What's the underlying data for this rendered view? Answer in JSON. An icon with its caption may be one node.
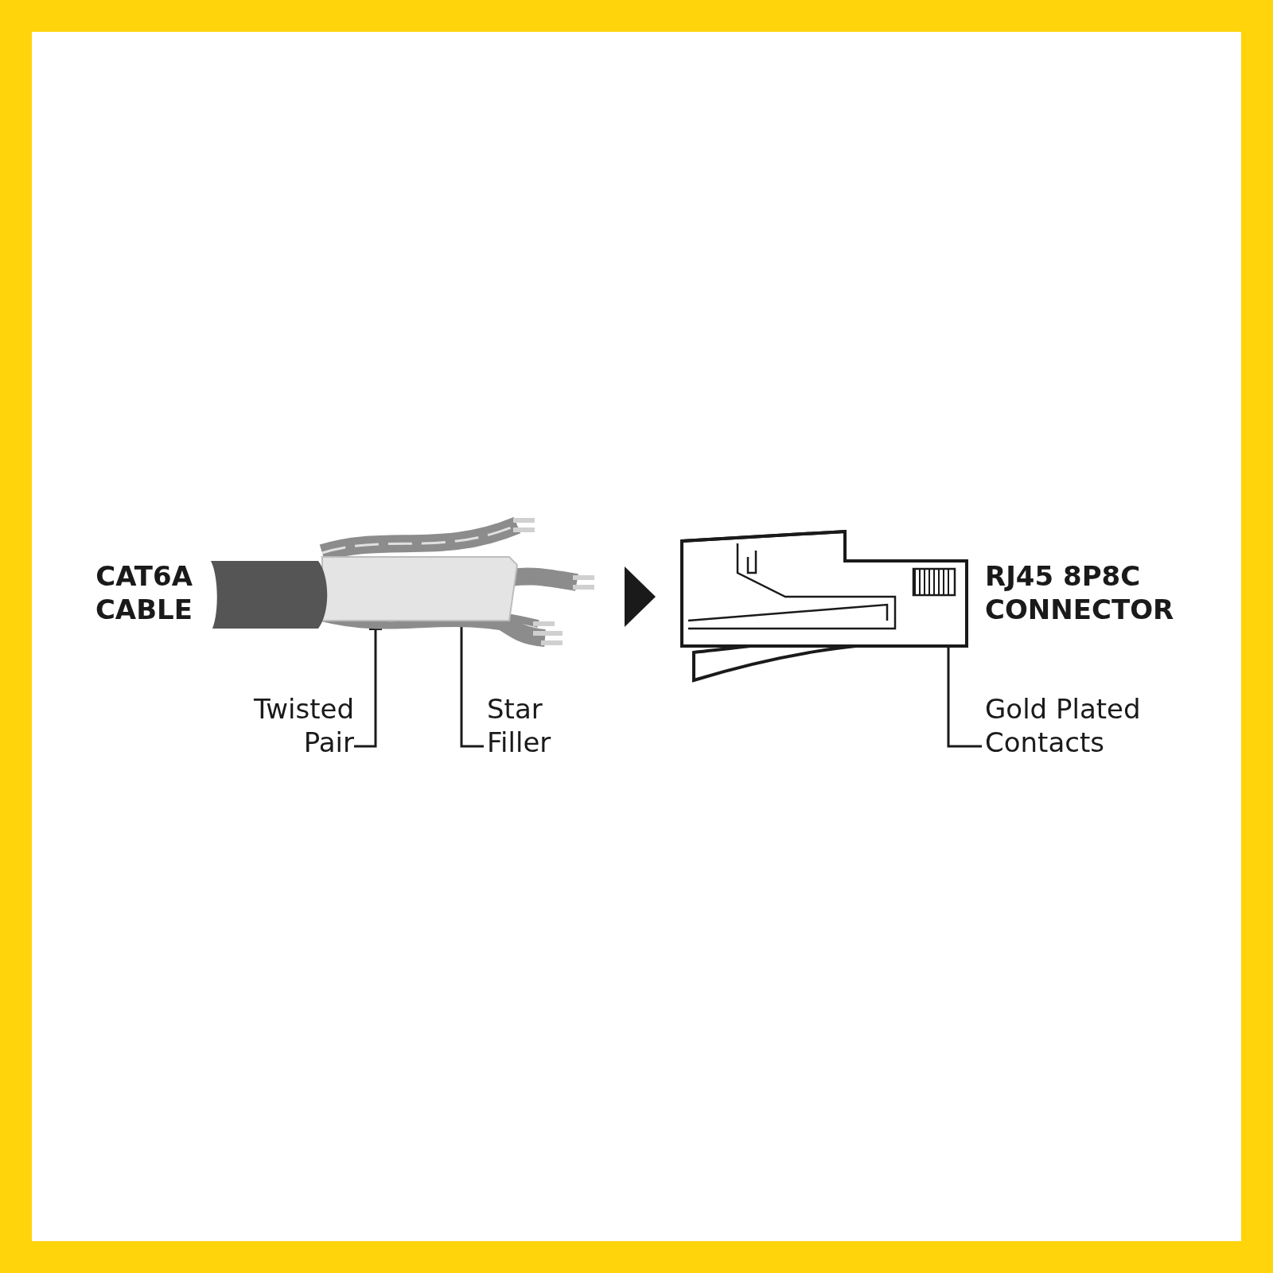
{
  "diagram": {
    "nodes": [
      {
        "text": [],
        "shape": "picture",
        "beside": [
          "CAT6A CABLE"
        ]
      },
      {
        "text": [],
        "shape": "picture",
        "beside": [
          "RJ45 8P8C CONNECTOR"
        ]
      },
      {
        "text": [
          "Twisted Pair"
        ]
      },
      {
        "text": [
          "Star Filler"
        ]
      },
      {
        "text": [
          "Gold Plated Contacts"
        ]
      }
    ],
    "edges": [
      {
        "from": 0,
        "to": 1,
        "arrow": "to"
      },
      {
        "from": 2,
        "to": 0,
        "arrow": "other"
      },
      {
        "from": 3,
        "to": 0,
        "arrow": "other"
      },
      {
        "from": 4,
        "to": 1,
        "arrow": "other"
      }
    ]
  }
}
